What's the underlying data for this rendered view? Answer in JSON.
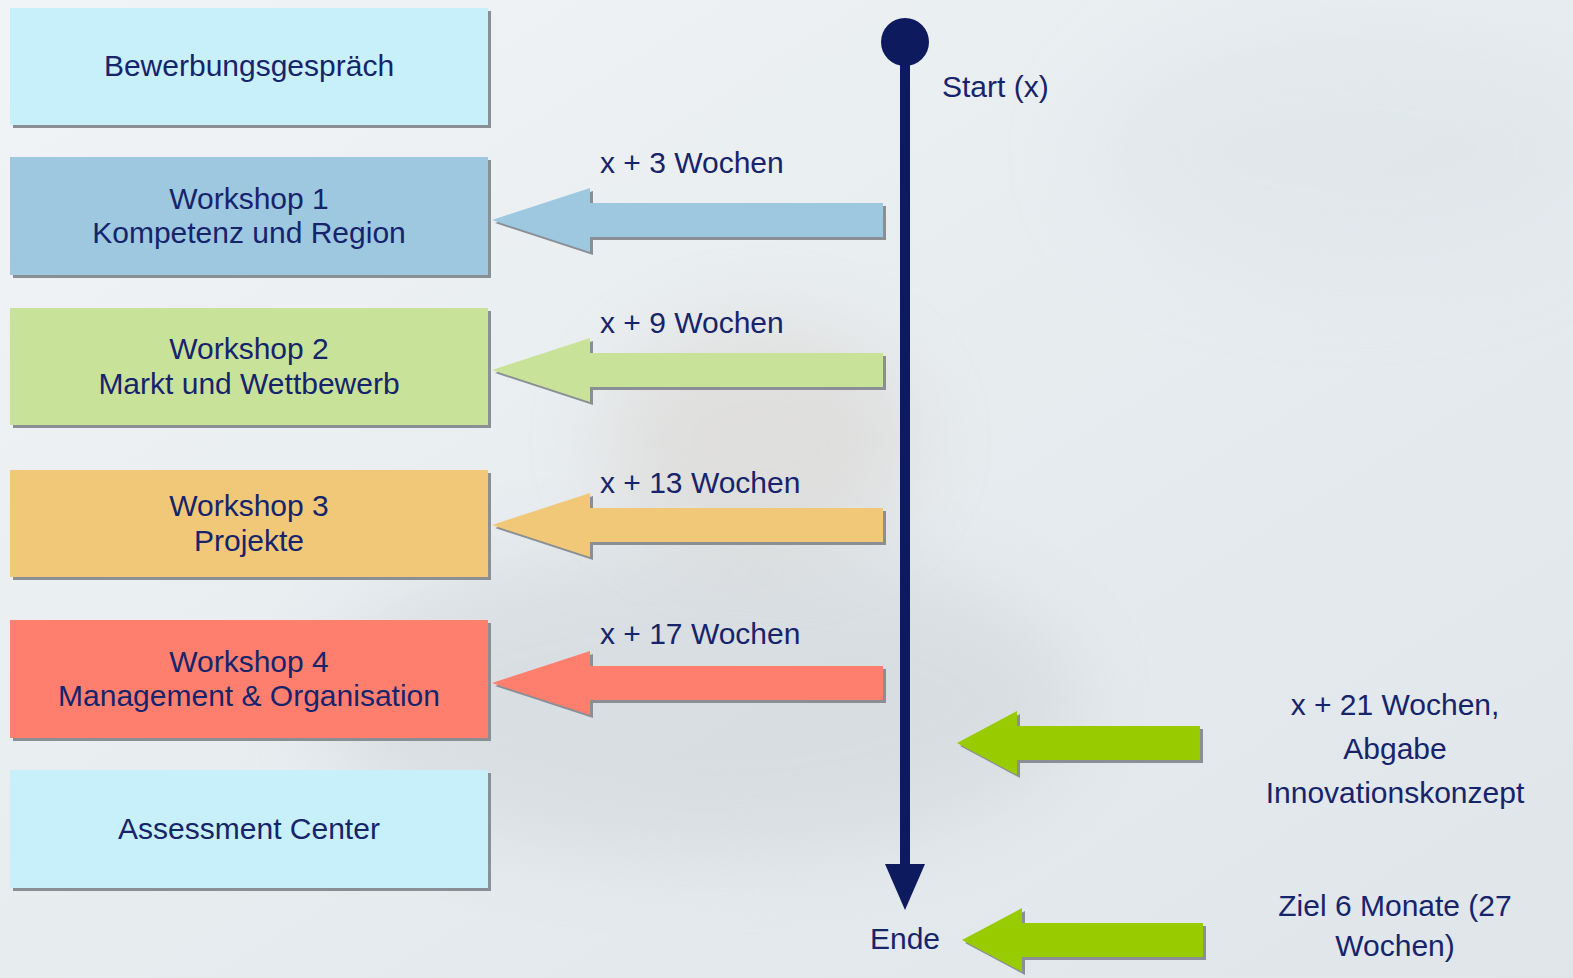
{
  "diagram": {
    "nodes": [
      {
        "text": [
          "Bewerbungsgespräch"
        ]
      },
      {
        "text": [
          "Workshop 1",
          "Kompetenz und Region"
        ]
      },
      {
        "text": [
          "Workshop 2",
          "Markt und Wettbewerb"
        ]
      },
      {
        "text": [
          "Workshop 3",
          "Projekte"
        ]
      },
      {
        "text": [
          "Workshop 4",
          "Management & Organisation"
        ]
      },
      {
        "text": [
          "Assessment Center"
        ]
      }
    ],
    "labels": [
      "Start (x)",
      "x + 3 Wochen",
      "x + 9 Wochen",
      "x + 13 Wochen",
      "x + 17 Wochen",
      "x + 21 Wochen, Abgabe Innovationskonzept",
      "Ende",
      "Ziel 6 Monate (27 Wochen)"
    ]
  }
}
